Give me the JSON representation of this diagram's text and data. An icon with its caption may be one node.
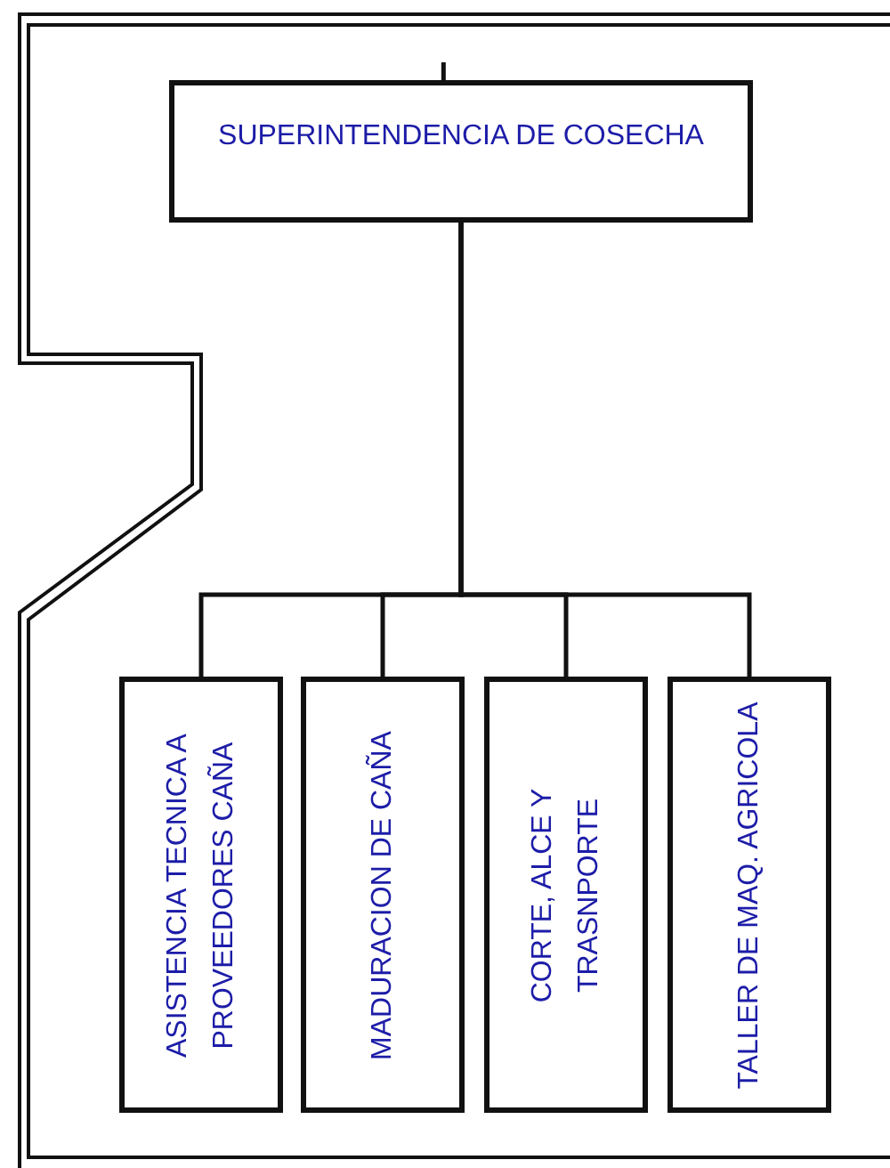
{
  "diagram": {
    "nodes": [
      {
        "text": [
          "SUPERINTENDENCIA DE COSECHA"
        ]
      },
      {
        "text": [
          "ASISTENCIA TECNICA A PROVEEDORES CAÑA"
        ]
      },
      {
        "text": [
          "MADURACION DE CAÑA"
        ]
      },
      {
        "text": [
          "CORTE, ALCE Y TRASNPORTE"
        ]
      },
      {
        "text": [
          "TALLER DE MAQ. AGRICOLA"
        ]
      }
    ],
    "edges": [
      {
        "from": null,
        "to": 0,
        "arrow": "none"
      },
      {
        "from": 0,
        "to": 1,
        "arrow": "none"
      },
      {
        "from": 0,
        "to": 2,
        "arrow": "none"
      },
      {
        "from": 0,
        "to": 3,
        "arrow": "none"
      },
      {
        "from": 0,
        "to": 4,
        "arrow": "none"
      }
    ]
  }
}
